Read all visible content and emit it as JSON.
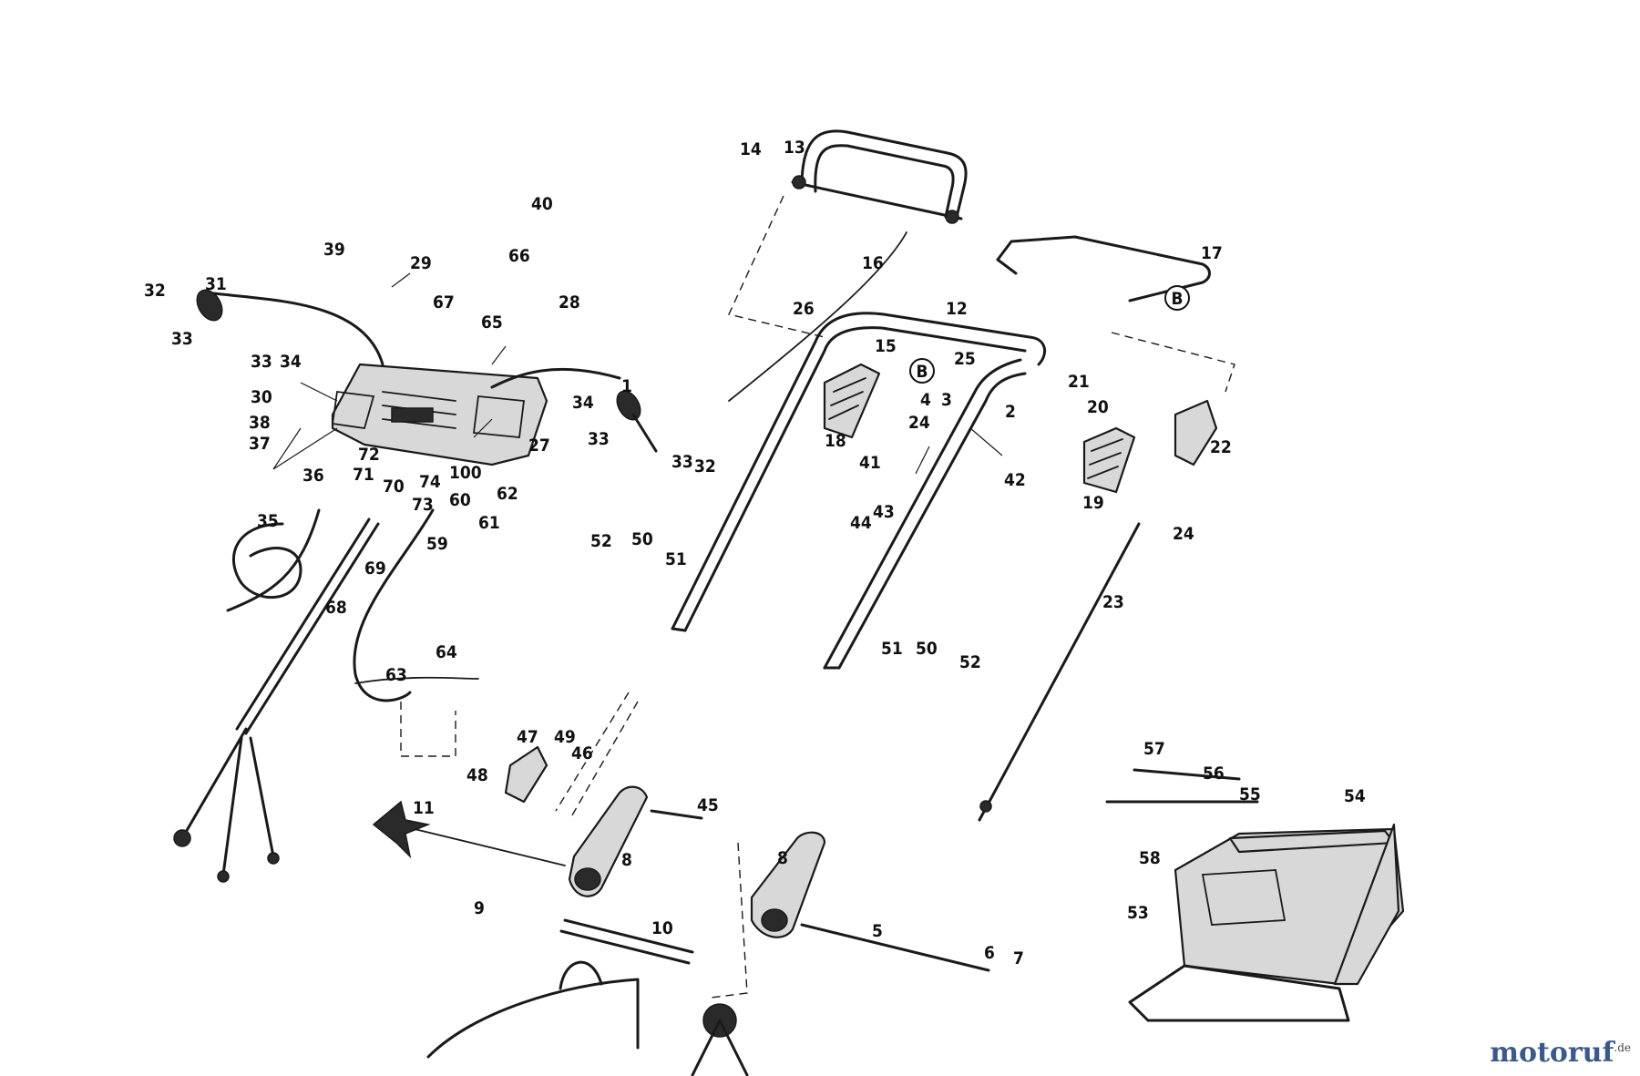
{
  "diagram": {
    "part_numbers": {
      "p1": "1",
      "p2": "2",
      "p3": "3",
      "p4": "4",
      "p5": "5",
      "p6": "6",
      "p7": "7",
      "p8a": "8",
      "p8b": "8",
      "p9": "9",
      "p10": "10",
      "p11": "11",
      "p12": "12",
      "p13": "13",
      "p14": "14",
      "p15": "15",
      "p16": "16",
      "p17": "17",
      "p18": "18",
      "p19": "19",
      "p20": "20",
      "p21": "21",
      "p22": "22",
      "p23": "23",
      "p24a": "24",
      "p24b": "24",
      "p25": "25",
      "p26": "26",
      "p27": "27",
      "p28": "28",
      "p29": "29",
      "p30": "30",
      "p31": "31",
      "p32a": "32",
      "p32b": "32",
      "p33a": "33",
      "p33b": "33",
      "p33c": "33",
      "p33d": "33",
      "p34a": "34",
      "p34b": "34",
      "p35": "35",
      "p36": "36",
      "p37": "37",
      "p38": "38",
      "p39": "39",
      "p40": "40",
      "p41": "41",
      "p42": "42",
      "p43": "43",
      "p44": "44",
      "p45": "45",
      "p46": "46",
      "p47": "47",
      "p48": "48",
      "p49": "49",
      "p50a": "50",
      "p50b": "50",
      "p51a": "51",
      "p51b": "51",
      "p52a": "52",
      "p52b": "52",
      "p53": "53",
      "p54": "54",
      "p55": "55",
      "p56": "56",
      "p57": "57",
      "p58": "58",
      "p59": "59",
      "p60": "60",
      "p61": "61",
      "p62": "62",
      "p63": "63",
      "p64": "64",
      "p65": "65",
      "p66": "66",
      "p67": "67",
      "p68": "68",
      "p69": "69",
      "p70": "70",
      "p71": "71",
      "p72": "72",
      "p73": "73",
      "p74": "74",
      "p100": "100",
      "refB1": "B",
      "refB2": "B"
    }
  },
  "watermark": {
    "text": "motoruf",
    "suffix": ".de"
  }
}
